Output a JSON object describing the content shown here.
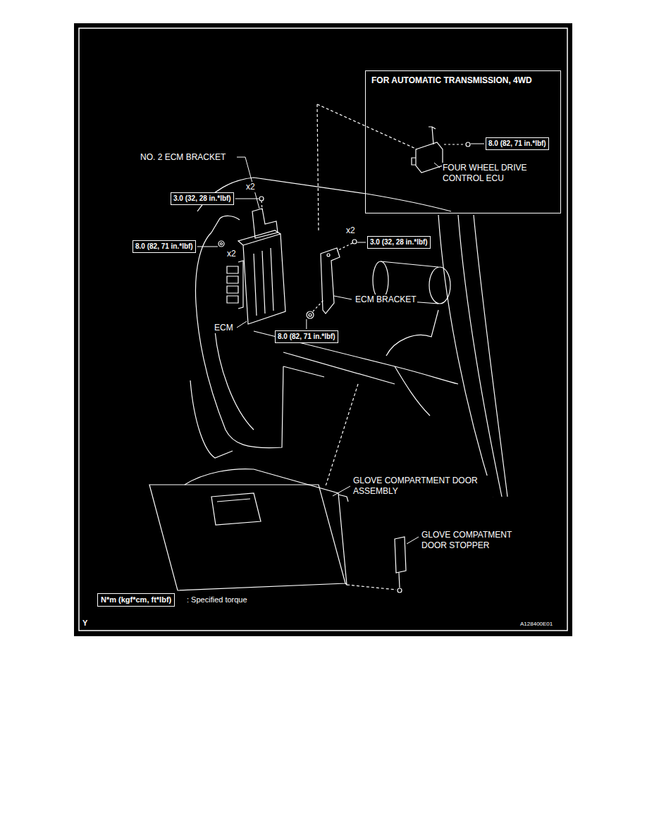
{
  "diagram": {
    "nodes": [
      {
        "text": [
          "FOR AUTOMATIC TRANSMISSION, 4WD"
        ]
      },
      {
        "text": [
          "8.0 (82, 71 in.*lbf)"
        ],
        "in": 0
      },
      {
        "text": [
          "3.0 (32, 28 in.*lbf)"
        ]
      },
      {
        "text": [
          "8.0 (82, 71 in.*lbf)"
        ]
      },
      {
        "text": [
          "3.0 (32, 28 in.*lbf)"
        ]
      },
      {
        "text": [
          "8.0 (82, 71 in.*lbf)"
        ]
      },
      {
        "text": [
          "N*m (kgf*cm, ft*lbf)"
        ]
      }
    ],
    "labels": [
      "FOUR WHEEL DRIVE CONTROL ECU",
      "NO. 2 ECM BRACKET",
      "x2",
      "x2",
      "x2",
      "ECM BRACKET",
      "ECM",
      "GLOVE COMPARTMENT DOOR ASSEMBLY",
      "GLOVE COMPATMENT DOOR STOPPER",
      ": Specified torque",
      "Y",
      "A128400E01"
    ]
  }
}
